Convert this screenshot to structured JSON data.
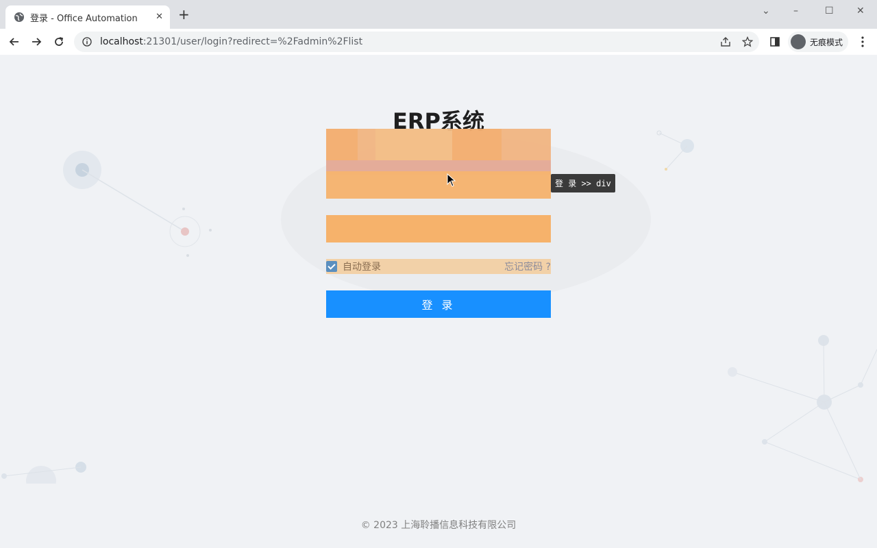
{
  "browser": {
    "tab_title": "登录 - Office Automation",
    "tab_close": "✕",
    "new_tab": "+",
    "url_host": "localhost",
    "url_rest": ":21301/user/login?redirect=%2Fadmin%2Flist",
    "incognito_label": "无痕模式",
    "window_controls": {
      "dropdown": "⌄",
      "minimize": "–",
      "maximize": "☐",
      "close": "✕"
    }
  },
  "login": {
    "title": "ERP系统",
    "inspector_tooltip": "登 录 >> div",
    "auto_login_label": "自动登录",
    "forgot_password": "忘记密码 ?",
    "submit_label": "登 录"
  },
  "footer": {
    "copyright": "© 2023 上海聆播信息科技有限公司"
  },
  "colors": {
    "primary": "#1890ff",
    "highlight_overlay": "#f6b26b",
    "page_bg": "#f0f2f5"
  }
}
